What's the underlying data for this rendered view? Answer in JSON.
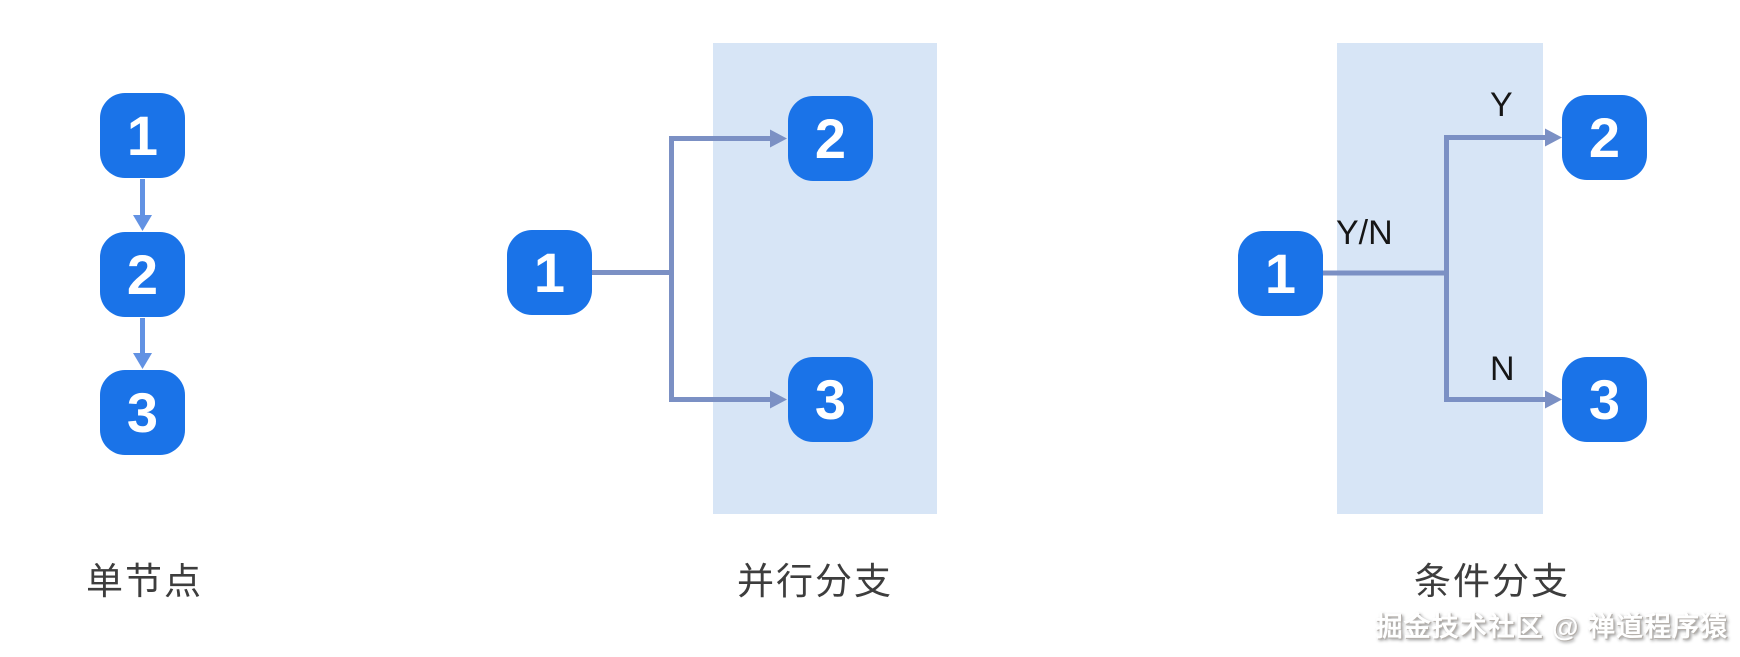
{
  "page": {
    "background": "#ffffff"
  },
  "colors": {
    "node_blue": "#1a73e8",
    "node_text": "#ffffff",
    "arrow_blue": "#6292e3",
    "connector_slate": "#7b90c4",
    "band_blue": "#d7e5f6",
    "label_gray": "#3d3d3d",
    "branch_black": "#161616"
  },
  "sections": {
    "single": {
      "label": "单节点",
      "node1": "1",
      "node2": "2",
      "node3": "3"
    },
    "parallel": {
      "label": "并行分支",
      "node1": "1",
      "node2": "2",
      "node3": "3"
    },
    "conditional": {
      "label": "条件分支",
      "node1": "1",
      "node2": "2",
      "node3": "3",
      "branch_label": "Y/N",
      "yes_label": "Y",
      "no_label": "N"
    }
  },
  "watermark": {
    "text": "掘金技术社区 @ 禅道程序猿"
  }
}
